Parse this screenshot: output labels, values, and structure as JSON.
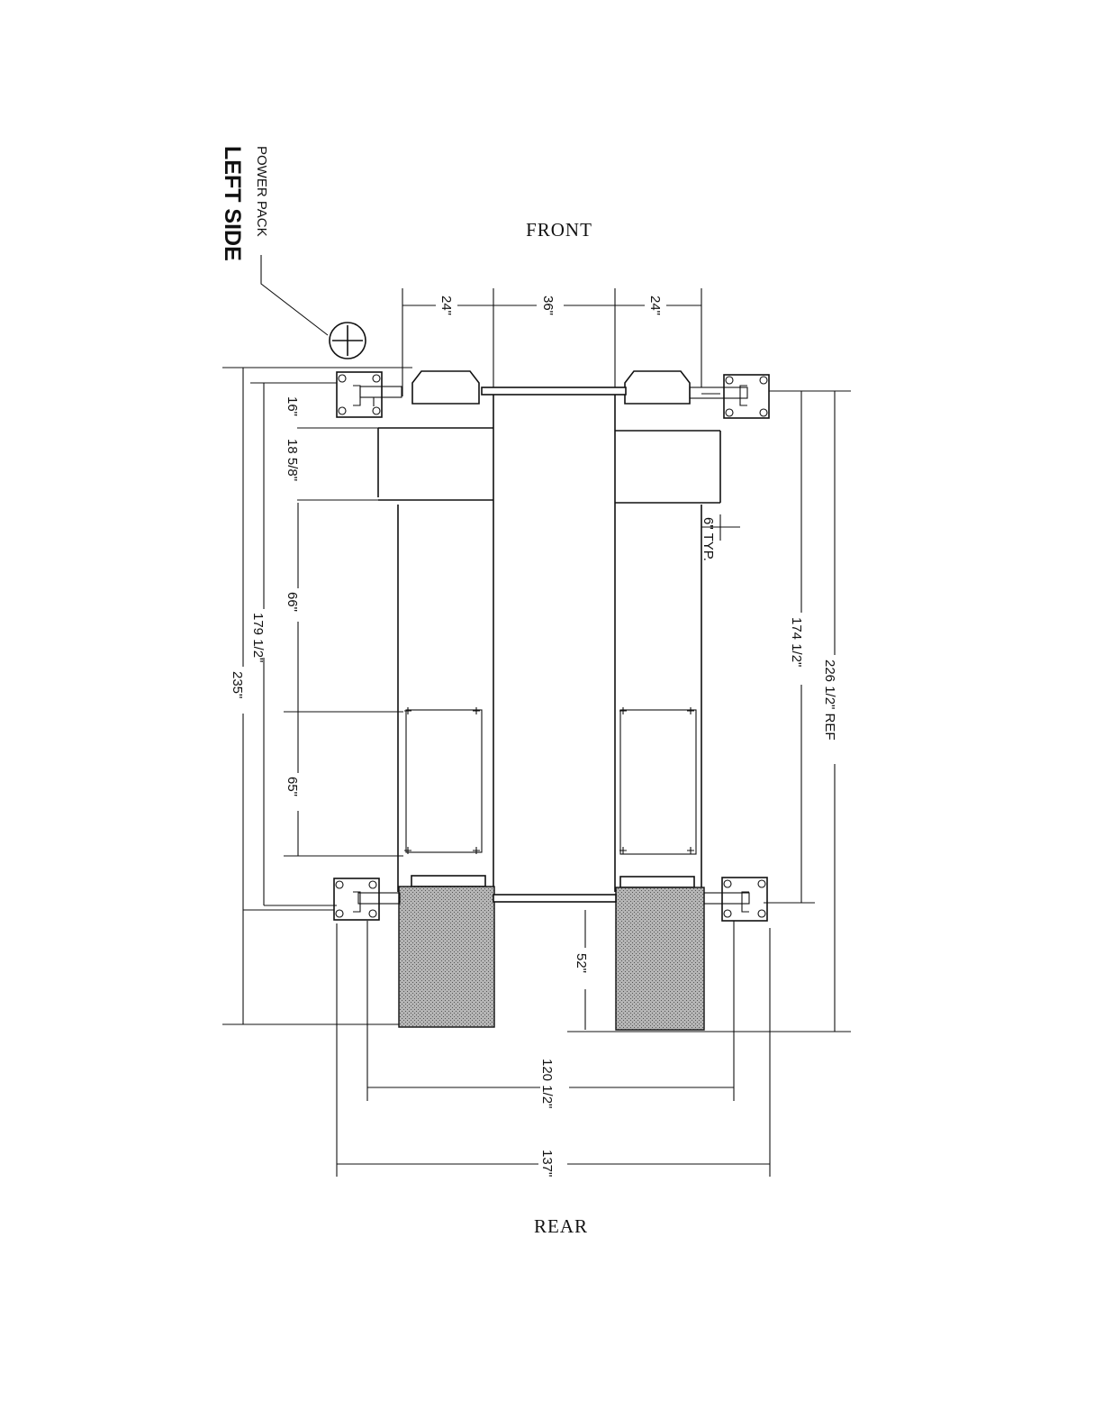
{
  "labels": {
    "front": "FRONT",
    "rear": "REAR",
    "side": "LEFT SIDE",
    "power_pack": "POWER PACK"
  },
  "dimensions": {
    "top_left_width": "24\"",
    "top_gap": "36\"",
    "top_right_width": "24\"",
    "d16": "16\"",
    "d18": "18 5/8\"",
    "d66": "66\"",
    "d65": "65\"",
    "d179": "179 1/2\"",
    "d235": "235\"",
    "typ6": "6\" TYP.",
    "d174": "174 1/2\"",
    "d226": "226 1/2\" REF",
    "d52": "52\"",
    "d120": "120 1/2\"",
    "d137": "137\""
  }
}
